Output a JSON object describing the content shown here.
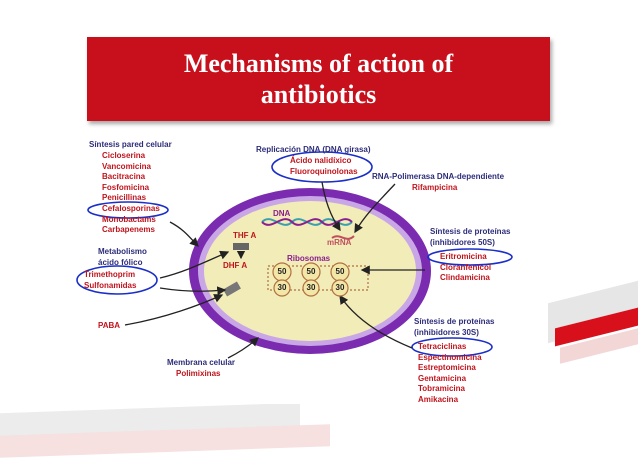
{
  "slide": {
    "title_line1": "Mechanisms of action of",
    "title_line2": "antibiotics"
  },
  "diagram": {
    "cell_wall": {
      "heading": "Síntesis pared celular",
      "drugs": [
        "Cicloserina",
        "Vancomicina",
        "Bacitracina",
        "Fosfomicina",
        "Penicillinas",
        "Cefalosporinas",
        "Monobactams",
        "Carbapenems"
      ]
    },
    "dna_replication": {
      "heading": "Replicación DNA (DNA girasa)",
      "drugs": [
        "Ácido nalidíxico",
        "Fluoroquinolonas"
      ]
    },
    "rna_polymerase": {
      "heading": "RNA-Polimerasa DNA-dependiente",
      "drugs": [
        "Rifampicina"
      ]
    },
    "protein_50s": {
      "heading_line1": "Síntesis de proteínas",
      "heading_line2": "(inhibidores 50S)",
      "drugs": [
        "Eritromicina",
        "Cloranfenicol",
        "Clindamicina"
      ]
    },
    "folate": {
      "heading_line1": "Metabolismo",
      "heading_line2": "ácido fólico",
      "drugs": [
        "Trimethoprim",
        "Sulfonamidas"
      ]
    },
    "paba": "PABA",
    "protein_30s": {
      "heading_line1": "Síntesis de proteínas",
      "heading_line2": "(inhibidores 30S)",
      "drugs": [
        "Tetraciclinas",
        "Espectinomicina",
        "Estreptomicina",
        "Gentamicina",
        "Tobramicina",
        "Amikacina"
      ]
    },
    "membrane": {
      "heading": "Membrana celular",
      "drugs": [
        "Polimixinas"
      ]
    },
    "cell_labels": {
      "dna": "DNA",
      "mrna": "mRNA",
      "thf": "THF A",
      "dhf": "DHF  A",
      "ribosomes": "Ribosomas",
      "rib_top": [
        "50",
        "50",
        "50"
      ],
      "rib_bottom": [
        "30",
        "30",
        "30"
      ]
    },
    "colors": {
      "slide_red": "#c8101c",
      "cell_purple": "#7a2bb0",
      "cell_inner": "#e9e0a0",
      "highlight_blue": "#1a2ec8"
    }
  }
}
